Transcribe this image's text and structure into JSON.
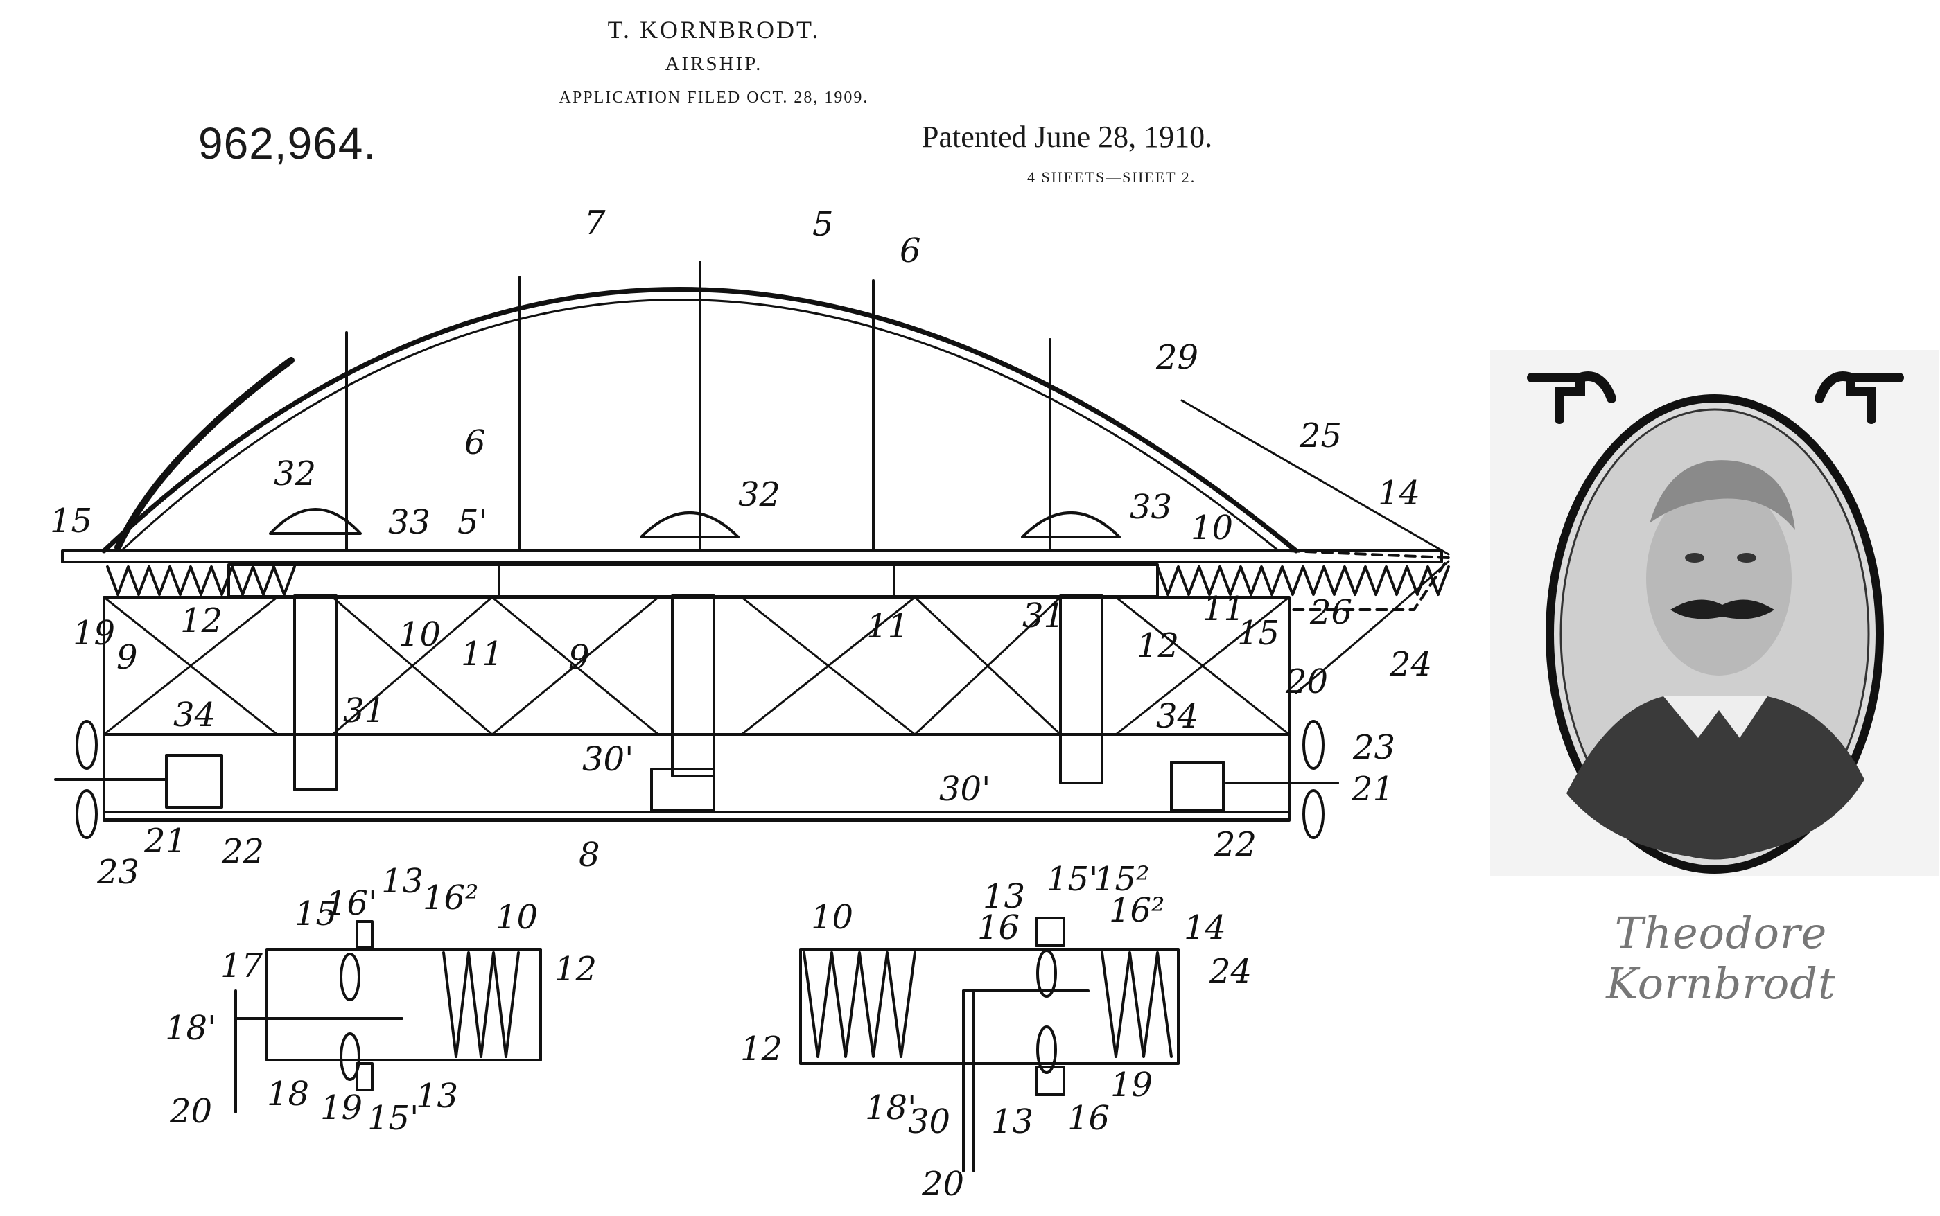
{
  "header": {
    "inventor": "T. KORNBRODT.",
    "title": "AIRSHIP.",
    "filed": "APPLICATION FILED OCT. 28, 1909.",
    "patent_number": "962,964.",
    "patent_date": "Patented June 28, 1910.",
    "sheets": "4 SHEETS—SHEET 2."
  },
  "figure": {
    "labels": [
      {
        "id": "7",
        "text": "7"
      },
      {
        "id": "5",
        "text": "5"
      },
      {
        "id": "6a",
        "text": "6"
      },
      {
        "id": "29",
        "text": "29"
      },
      {
        "id": "25",
        "text": "25"
      },
      {
        "id": "6b",
        "text": "6"
      },
      {
        "id": "32a",
        "text": "32"
      },
      {
        "id": "33a",
        "text": "33"
      },
      {
        "id": "5p",
        "text": "5'"
      },
      {
        "id": "32b",
        "text": "32"
      },
      {
        "id": "33b",
        "text": "33"
      },
      {
        "id": "10a",
        "text": "10"
      },
      {
        "id": "14a",
        "text": "14"
      },
      {
        "id": "15a",
        "text": "15"
      },
      {
        "id": "12a",
        "text": "12"
      },
      {
        "id": "19a",
        "text": "19"
      },
      {
        "id": "9a",
        "text": "9"
      },
      {
        "id": "10b",
        "text": "10"
      },
      {
        "id": "11a",
        "text": "11"
      },
      {
        "id": "9b",
        "text": "9"
      },
      {
        "id": "11b",
        "text": "11"
      },
      {
        "id": "31a",
        "text": "31"
      },
      {
        "id": "12b",
        "text": "12"
      },
      {
        "id": "11c",
        "text": "11"
      },
      {
        "id": "15b",
        "text": "15"
      },
      {
        "id": "26",
        "text": "26"
      },
      {
        "id": "24a",
        "text": "24"
      },
      {
        "id": "20a",
        "text": "20"
      },
      {
        "id": "34a",
        "text": "34"
      },
      {
        "id": "31b",
        "text": "31"
      },
      {
        "id": "34b",
        "text": "34"
      },
      {
        "id": "23a",
        "text": "23"
      },
      {
        "id": "30pa",
        "text": "30'"
      },
      {
        "id": "30pb",
        "text": "30'"
      },
      {
        "id": "21a",
        "text": "21"
      },
      {
        "id": "21b",
        "text": "21"
      },
      {
        "id": "22a",
        "text": "22"
      },
      {
        "id": "22b",
        "text": "22"
      },
      {
        "id": "8",
        "text": "8"
      },
      {
        "id": "23b",
        "text": "23"
      },
      {
        "id": "16p",
        "text": "16'"
      },
      {
        "id": "13a",
        "text": "13"
      },
      {
        "id": "15c",
        "text": "15"
      },
      {
        "id": "162a",
        "text": "16²"
      },
      {
        "id": "10c",
        "text": "10"
      },
      {
        "id": "17",
        "text": "17"
      },
      {
        "id": "12c",
        "text": "12"
      },
      {
        "id": "18p",
        "text": "18'"
      },
      {
        "id": "18",
        "text": "18"
      },
      {
        "id": "19b",
        "text": "19"
      },
      {
        "id": "15pa",
        "text": "15'"
      },
      {
        "id": "13b",
        "text": "13"
      },
      {
        "id": "20b",
        "text": "20"
      },
      {
        "id": "10d",
        "text": "10"
      },
      {
        "id": "13c",
        "text": "13"
      },
      {
        "id": "15pb",
        "text": "15'"
      },
      {
        "id": "152",
        "text": "15²"
      },
      {
        "id": "16a",
        "text": "16"
      },
      {
        "id": "162b",
        "text": "16²"
      },
      {
        "id": "14b",
        "text": "14"
      },
      {
        "id": "24b",
        "text": "24"
      },
      {
        "id": "12d",
        "text": "12"
      },
      {
        "id": "18pb",
        "text": "18'"
      },
      {
        "id": "30",
        "text": "30"
      },
      {
        "id": "13d",
        "text": "13"
      },
      {
        "id": "16b",
        "text": "16"
      },
      {
        "id": "19c",
        "text": "19"
      },
      {
        "id": "20c",
        "text": "20"
      }
    ]
  },
  "portrait": {
    "caption": "Theodore Kornbrodt",
    "colors": {
      "frame": "#111111",
      "background": "#f3f3f3"
    }
  }
}
